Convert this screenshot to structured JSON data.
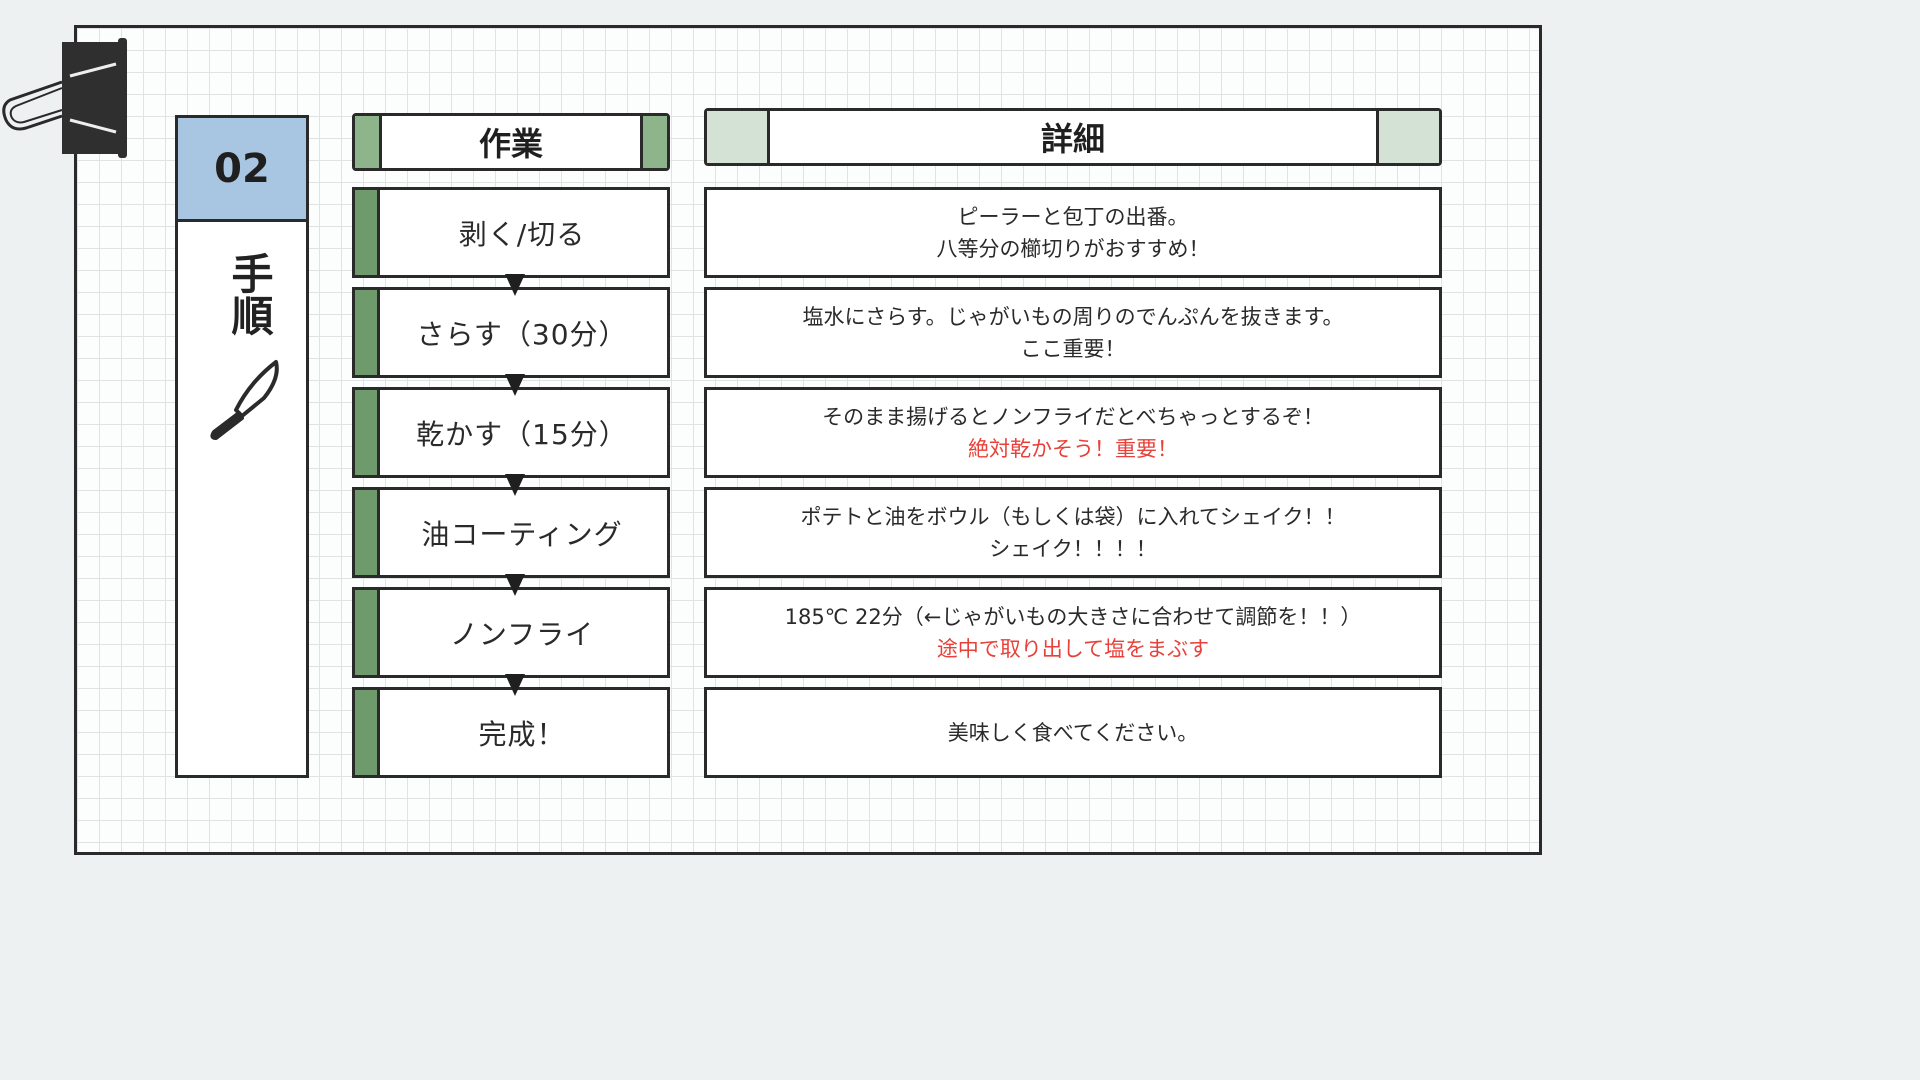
{
  "side": {
    "number": "02",
    "title": "手順",
    "icon": "knife-icon"
  },
  "headers": {
    "task": "作業",
    "detail": "詳細"
  },
  "steps": [
    {
      "task": "剥く/切る",
      "line1": "ピーラーと包丁の出番。",
      "line2": "八等分の櫛切りがおすすめ！",
      "line2_color": "normal"
    },
    {
      "task": "さらす（30分）",
      "line1": "塩水にさらす。じゃがいもの周りのでんぷんを抜きます。",
      "line2": "ここ重要！",
      "line2_color": "normal"
    },
    {
      "task": "乾かす（15分）",
      "line1": "そのまま揚げるとノンフライだとべちゃっとするぞ！",
      "line2": "絶対乾かそう！重要！",
      "line2_color": "red"
    },
    {
      "task": "油コーティング",
      "line1": "ポテトと油をボウル（もしくは袋）に入れてシェイク！！",
      "line2": "シェイク！！！！",
      "line2_color": "normal"
    },
    {
      "task": "ノンフライ",
      "line1": "185℃ 22分（←じゃがいもの大きさに合わせて調節を！！）",
      "line2": "途中で取り出して塩をまぶす",
      "line2_color": "red"
    },
    {
      "task": "完成！",
      "line1": "美味しく食べてください。",
      "line2": "",
      "line2_color": "normal"
    }
  ],
  "colors": {
    "number_bg": "#a8c6e2",
    "accent_green": "#6f9a6c",
    "header_green": "#8db48a",
    "light_green": "#d3e2d4",
    "red_text": "#e8413a"
  }
}
